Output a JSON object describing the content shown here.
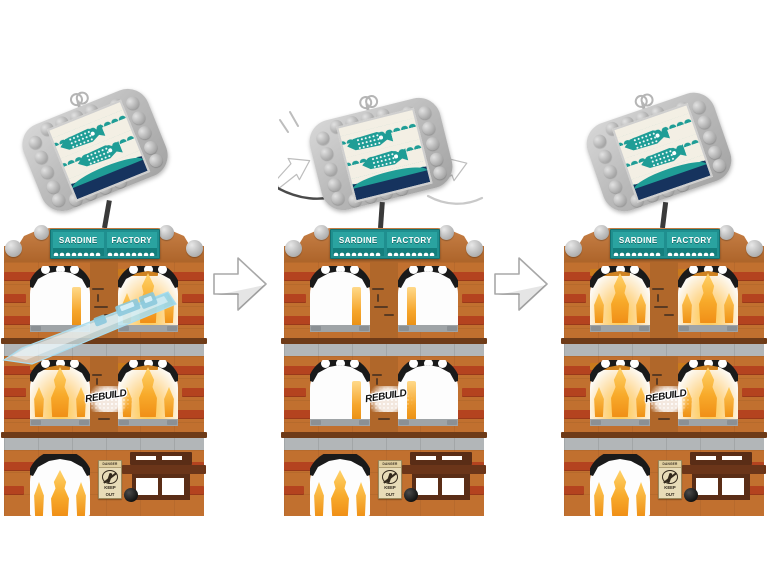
{
  "scene": {
    "description": "LEGO sardine factory building shown in three sequential steps",
    "background_color": "#ffffff",
    "panel_count": 3
  },
  "colors": {
    "brick_orange": "#c1702f",
    "brick_red": "#b4431f",
    "sign_teal": "#2aa3a0",
    "sign_teal_dark": "#1f8f8f",
    "fish_teal": "#1f9d96",
    "label_cream": "#f3efe4",
    "sea_navy": "#16335e",
    "lego_gray": "#bcbcbc",
    "flame_orange": "#f5a623",
    "ice_blue": "#cfe9f5",
    "band_gray": "#b2b6b8",
    "ledge_brown": "#6e3b18",
    "arrow_white": "#ffffff",
    "arrow_outline": "#9a9a9a",
    "graffiti_black": "#111111",
    "wood_dark": "#5a2d16"
  },
  "billboard": {
    "word_left": "SARDINE",
    "word_right": "FACTORY",
    "icon": "sardine-can-sign"
  },
  "can_sign": {
    "fish_count": 2,
    "icon": "fish-icon",
    "tab_icon": "pull-tab-icon"
  },
  "graffiti": {
    "text": "REBUILD"
  },
  "danger_sign": {
    "header": "DANGER",
    "line1": "KEEP",
    "line2": "OUT",
    "icon": "no-entry-icon"
  },
  "panels": [
    {
      "id": "panel-1",
      "name": "step-before",
      "sign_rotation_deg": -22,
      "ice_beam": true,
      "motion_arcs": false,
      "windows": {
        "floor1": [
          "empty",
          "burning"
        ],
        "floor2": [
          "burning",
          "burning"
        ],
        "floor3": [
          "burning"
        ]
      }
    },
    {
      "id": "panel-2",
      "name": "step-during",
      "sign_rotation_deg": -14,
      "ice_beam": false,
      "motion_arcs": true,
      "windows": {
        "floor1": [
          "empty",
          "empty"
        ],
        "floor2": [
          "empty",
          "empty"
        ],
        "floor3": [
          "burning"
        ]
      }
    },
    {
      "id": "panel-3",
      "name": "step-after",
      "sign_rotation_deg": -19,
      "ice_beam": false,
      "motion_arcs": false,
      "windows": {
        "floor1": [
          "burning",
          "burning"
        ],
        "floor2": [
          "burning",
          "burning"
        ],
        "floor3": [
          "burning"
        ]
      }
    }
  ],
  "arrows": [
    {
      "name": "step-arrow-1",
      "direction": "right"
    },
    {
      "name": "step-arrow-2",
      "direction": "right"
    }
  ]
}
